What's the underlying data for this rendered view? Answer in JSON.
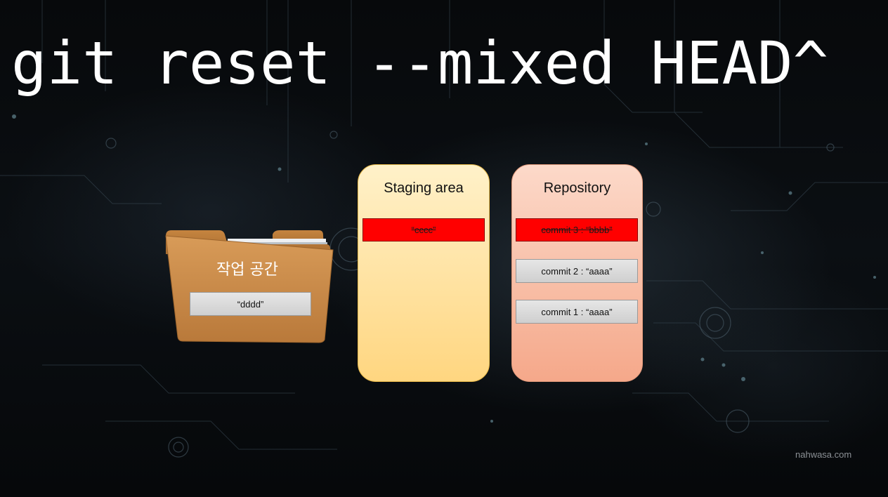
{
  "title": "git reset --mixed HEAD^",
  "working_area": {
    "label": "작업 공간",
    "file": "“dddd”"
  },
  "staging_area": {
    "label": "Staging area",
    "item": "“cccc”",
    "item_struck": true
  },
  "repository": {
    "label": "Repository",
    "commits": [
      {
        "text": "commit 3 : “bbbb”",
        "struck": true
      },
      {
        "text": "commit 2 : “aaaa”",
        "struck": false
      },
      {
        "text": "commit 1 : “aaaa”",
        "struck": false
      }
    ]
  },
  "watermark": "nahwasa.com",
  "colors": {
    "folder": "#c98b4a",
    "staging_panel": "#ffe2a3",
    "repository_panel": "#f8bda4",
    "removed_item": "#ff0000",
    "item_box": "#dcdcdc"
  }
}
